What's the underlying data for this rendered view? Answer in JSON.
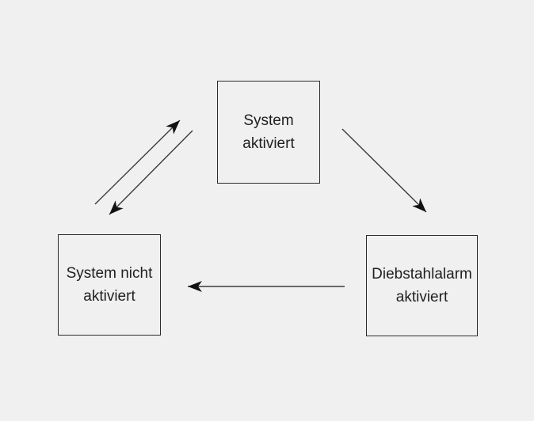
{
  "canvas": {
    "background": "#f0f0f0",
    "box_border_color": "#2b2b2b",
    "text_color": "#1f1f1f",
    "arrow_line_color": "#3a3a3a",
    "arrowhead_color": "#111111"
  },
  "diagram": {
    "type": "state-diagram",
    "nodes": [
      {
        "id": "system-aktiviert",
        "label": "System aktiviert",
        "line1": "System",
        "line2": "aktiviert"
      },
      {
        "id": "system-nicht-aktiviert",
        "label": "System nicht aktiviert",
        "line1": "System nicht",
        "line2": "aktiviert"
      },
      {
        "id": "diebstahlalarm-aktiviert",
        "label": "Diebstahlalarm aktiviert",
        "line1": "Diebstahlalarm",
        "line2": "aktiviert"
      }
    ],
    "edges": [
      {
        "from": "system-nicht-aktiviert",
        "to": "system-aktiviert"
      },
      {
        "from": "system-aktiviert",
        "to": "system-nicht-aktiviert"
      },
      {
        "from": "system-aktiviert",
        "to": "diebstahlalarm-aktiviert"
      },
      {
        "from": "diebstahlalarm-aktiviert",
        "to": "system-nicht-aktiviert"
      }
    ]
  }
}
